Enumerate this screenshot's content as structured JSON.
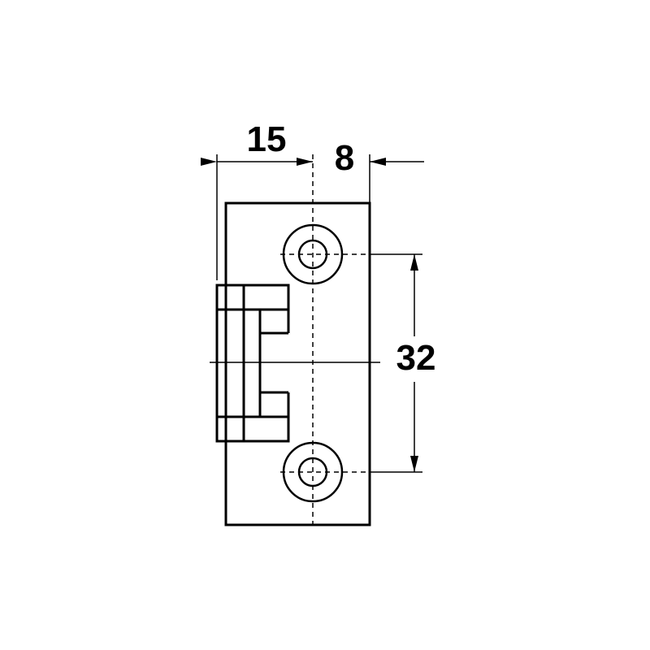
{
  "drawing": {
    "dimensions": {
      "width_left": "15",
      "width_right": "8",
      "hole_spacing": "32"
    },
    "colors": {
      "line": "#000000",
      "background": "#ffffff"
    }
  }
}
